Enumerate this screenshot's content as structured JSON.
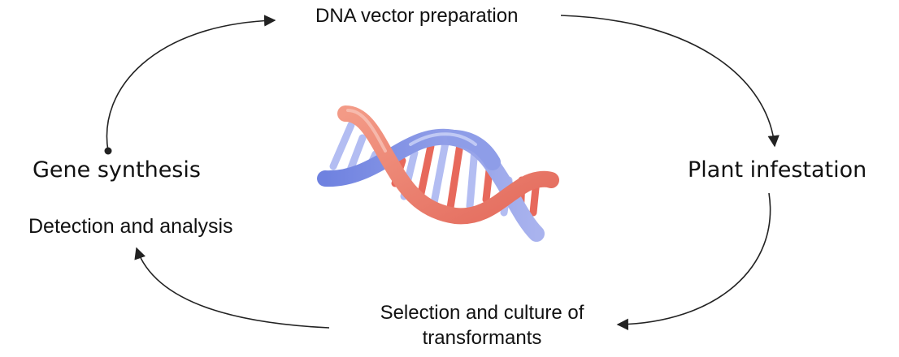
{
  "steps": {
    "dna_vector_preparation": "DNA vector preparation",
    "plant_infestation": "Plant infestation",
    "selection_line1": "Selection and culture of",
    "selection_line2": "transformants",
    "detection_and_analysis": "Detection and analysis",
    "gene_synthesis": "Gene synthesis"
  },
  "colors": {
    "arrow": "#222222",
    "strand_blue": "#7d8fe6",
    "strand_red": "#ec7b6a",
    "rung_blue": "#aab6f0",
    "rung_red": "#e7695c"
  },
  "icons": {
    "center": "dna-double-helix-icon"
  }
}
